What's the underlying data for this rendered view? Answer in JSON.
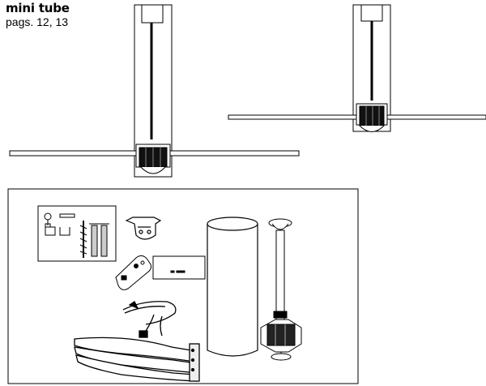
{
  "header": {
    "title": "mini tube",
    "pages": "pags. 12, 13"
  },
  "colors": {
    "ink": "#000000",
    "motor": "#1a1a1a",
    "paper": "#ffffff"
  },
  "icons": [
    "ceiling-fan-with-tube-diagram",
    "ceiling-fan-short-downrod-diagram",
    "screw-and-anchor-kit-icon",
    "mounting-bracket-icon",
    "remote-control-icon",
    "receiver-box-icon",
    "wiring-harness-icon",
    "fan-blade-set-icon",
    "cover-tube-icon",
    "downrod-motor-assembly-icon"
  ]
}
